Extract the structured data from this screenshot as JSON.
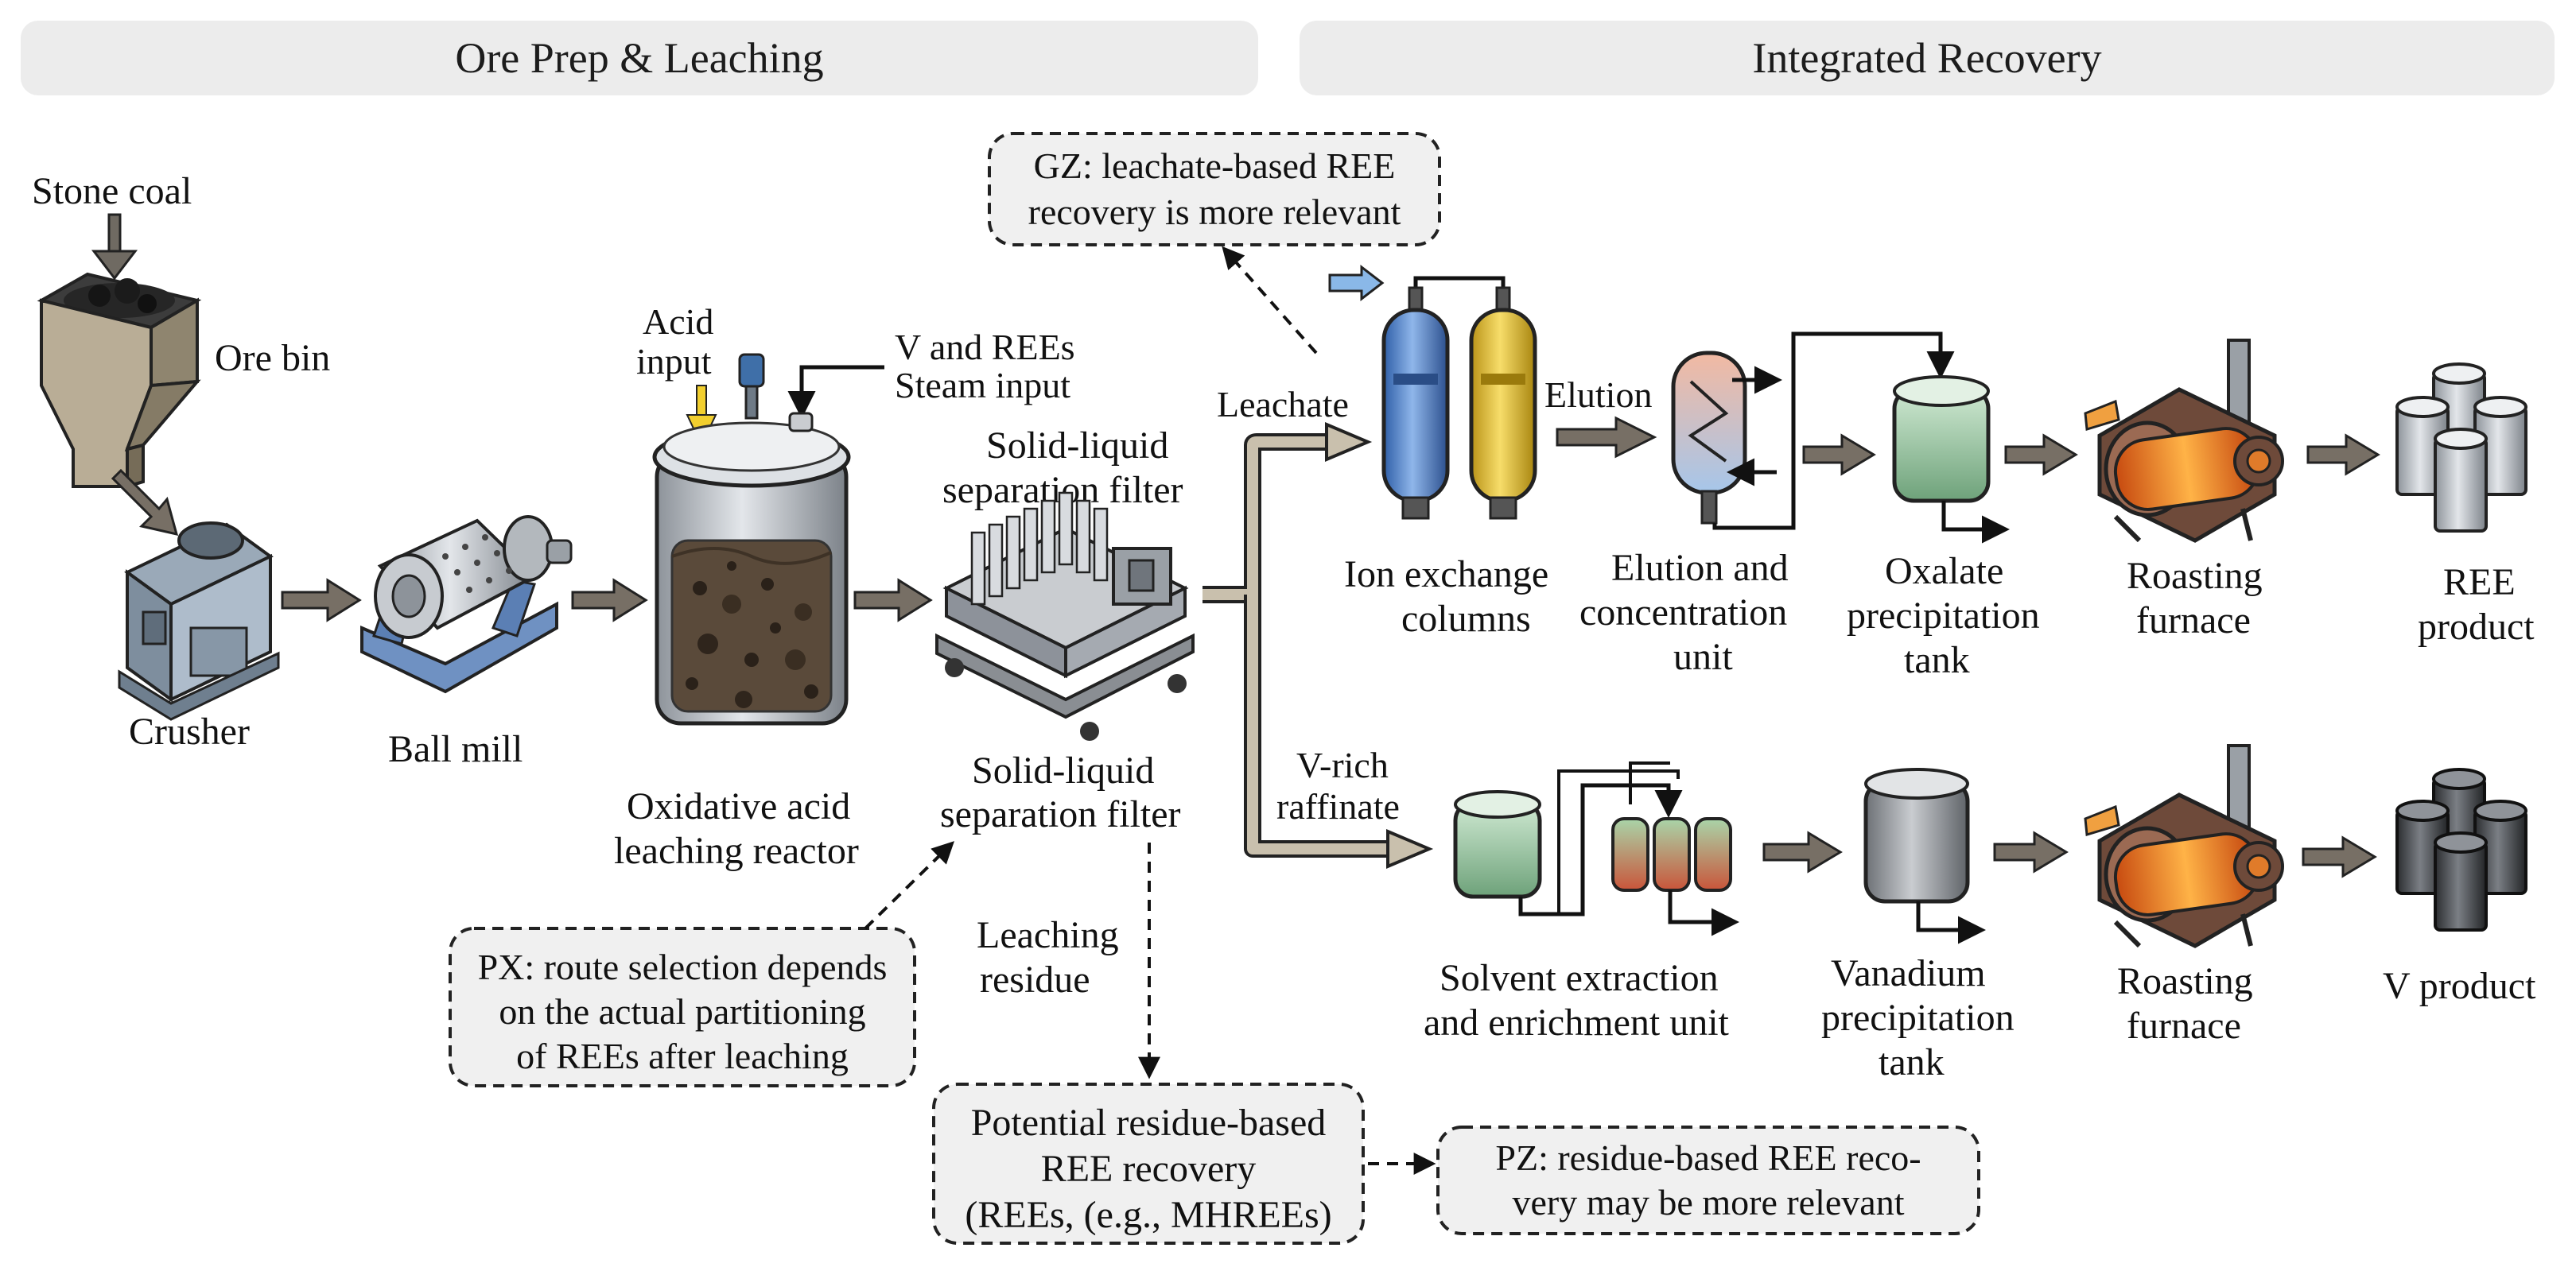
{
  "headers": {
    "left": "Ore Prep & Leaching",
    "right": "Integrated Recovery"
  },
  "ore_prep": {
    "stone_coal": "Stone coal",
    "ore_bin": "Ore bin",
    "crusher": "Crusher",
    "ball_mill": "Ball mill",
    "acid_input_1": "Acid",
    "acid_input_2": "input",
    "steam_input_1": "V and REEs",
    "steam_input_2": "Steam input",
    "reactor_1": "Oxidative acid",
    "reactor_2": "leaching reactor",
    "filter_top_1": "Solid-liquid",
    "filter_top_2": "separation filter",
    "filter_bottom_1": "Solid-liquid",
    "filter_bottom_2": "separation filter",
    "leaching_residue_1": "Leaching",
    "leaching_residue_2": "residue"
  },
  "notes": {
    "gz_1": "GZ: leachate-based REE",
    "gz_2": "recovery is more relevant",
    "px_1": "PX: route selection depends",
    "px_2": "on the actual partitioning",
    "px_3": "of REEs after leaching",
    "residue_1": "Potential residue-based",
    "residue_2": "REE recovery",
    "residue_3": "(REEs, (e.g., MHREEs)",
    "pz_1": "PZ: residue-based REE reco-",
    "pz_2": "very may be more relevant"
  },
  "ree_line": {
    "leachate": "Leachate",
    "elution": "Elution",
    "ion_exchange_1": "Ion exchange",
    "ion_exchange_2": "columns",
    "elution_unit_1": "Elution and",
    "elution_unit_2": "concentration",
    "elution_unit_3": "unit",
    "oxalate_1": "Oxalate",
    "oxalate_2": "precipitation",
    "oxalate_3": "tank",
    "roasting_1": "Roasting",
    "roasting_2": "furnace",
    "product_1": "REE",
    "product_2": "product"
  },
  "v_line": {
    "raffinate_1": "V-rich",
    "raffinate_2": "raffinate",
    "solvent_1": "Solvent extraction",
    "solvent_2": "and enrichment unit",
    "vanadium_1": "Vanadium",
    "vanadium_2": "precipitation",
    "vanadium_3": "tank",
    "roasting_1": "Roasting",
    "roasting_2": "furnace",
    "product": "V product"
  }
}
